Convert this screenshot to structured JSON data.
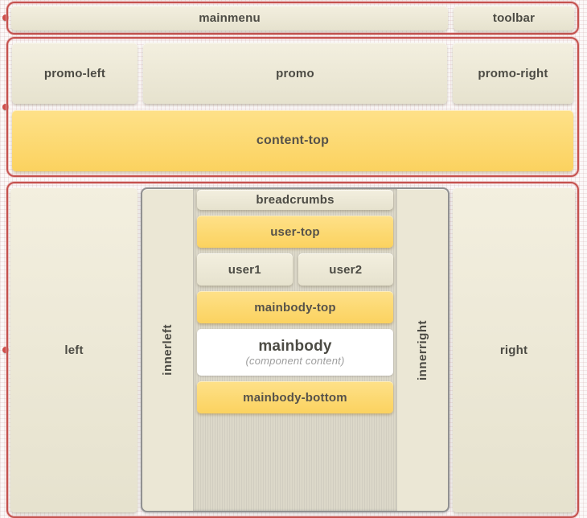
{
  "colors": {
    "frame_red": "#c5524f",
    "anchor_dot_red": "#cf4f4c",
    "module_beige": "#ebe7d3",
    "module_yellow": "#fcd76d",
    "panel_border_gray": "#919191",
    "label_gray": "#4c4b44"
  },
  "header": {
    "mainmenu": "mainmenu",
    "toolbar": "toolbar"
  },
  "promo_section": {
    "promo_left": "promo-left",
    "promo": "promo",
    "promo_right": "promo-right",
    "content_top": "content-top"
  },
  "body_section": {
    "left": "left",
    "innerleft": "innerleft",
    "innerright": "innerright",
    "right": "right",
    "center": {
      "breadcrumbs": "breadcrumbs",
      "user_top": "user-top",
      "user1": "user1",
      "user2": "user2",
      "mainbody_top": "mainbody-top",
      "mainbody": "mainbody",
      "mainbody_note": "(component content)",
      "mainbody_bottom": "mainbody-bottom"
    }
  }
}
